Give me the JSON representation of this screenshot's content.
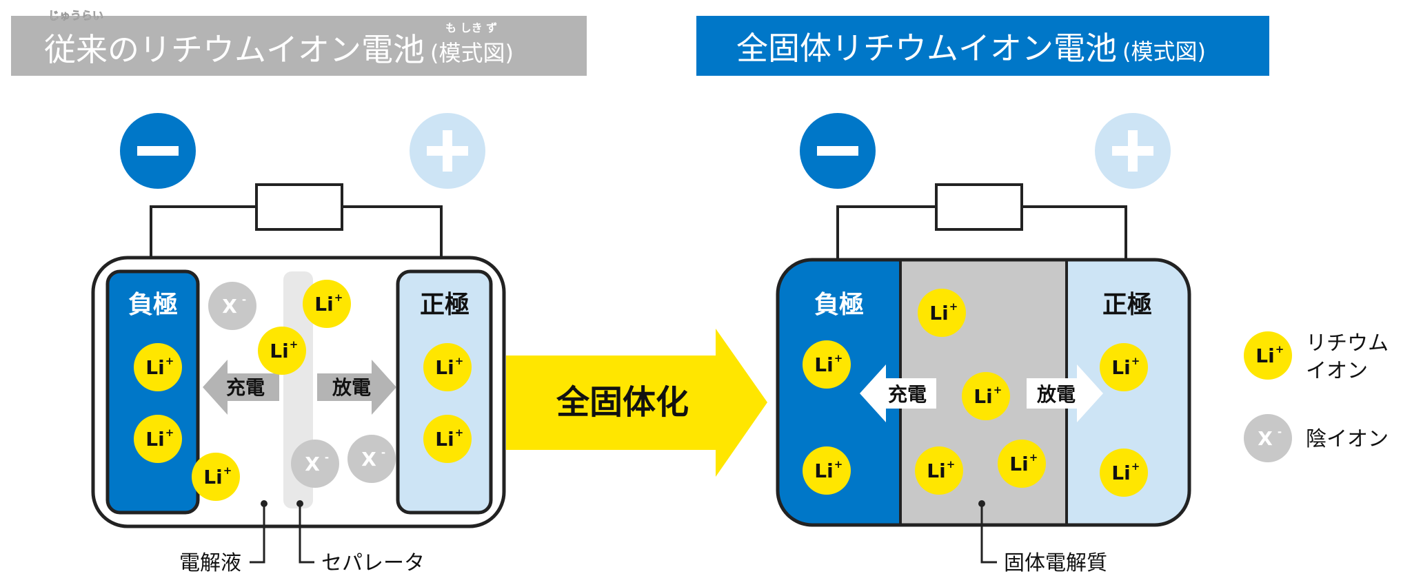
{
  "colors": {
    "blue": "#0077c8",
    "light_blue": "#cde4f5",
    "yellow": "#ffe600",
    "gray_header": "#b4b4b4",
    "ion_gray": "#c8c8c8",
    "solid_electrolyte": "#c8c8c8"
  },
  "left": {
    "title": "従来のリチウムイオン電池",
    "title_suffix": "(模式図)",
    "ruby_juurai": "じゅうらい",
    "ruby_mokishiki": "も しき ず",
    "negative_label": "負極",
    "positive_label": "正極",
    "charge_label": "充電",
    "discharge_label": "放電",
    "electrolyte_label": "電解液",
    "separator_label": "セパレータ",
    "minus_icon": "minus-circle",
    "plus_icon": "plus-circle"
  },
  "arrow": {
    "label": "全固体化"
  },
  "right": {
    "title": "全固体リチウムイオン電池",
    "title_suffix": "(模式図)",
    "negative_label": "負極",
    "positive_label": "正極",
    "charge_label": "充電",
    "discharge_label": "放電",
    "solid_electrolyte_label": "固体電解質"
  },
  "ions": {
    "li": "Li",
    "li_sign": "+",
    "x": "X",
    "x_sign": "-"
  },
  "legend": {
    "li_line1": "リチウム",
    "li_line2": "イオン",
    "x_label": "陰イオン"
  }
}
